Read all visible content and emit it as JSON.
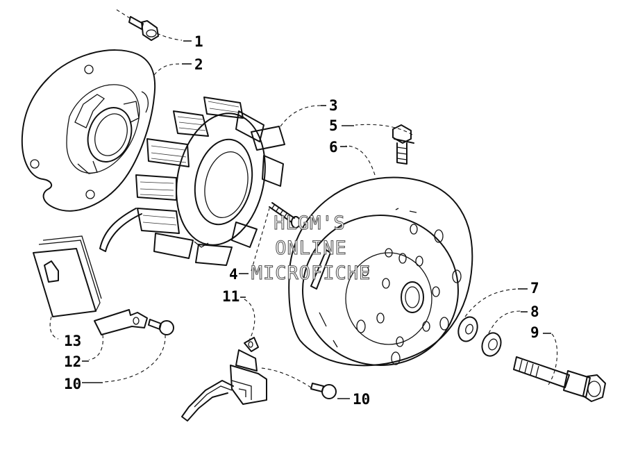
{
  "watermark": {
    "line1": "HLGM'S",
    "line2": "ONLINE",
    "line3": "MICROFICHE"
  },
  "callouts": {
    "c1": "1",
    "c2": "2",
    "c3": "3",
    "c4": "4",
    "c5": "5",
    "c6": "6",
    "c7": "7",
    "c8": "8",
    "c9": "9",
    "c10a": "10",
    "c10b": "10",
    "c11": "11",
    "c12": "12",
    "c13": "13"
  }
}
